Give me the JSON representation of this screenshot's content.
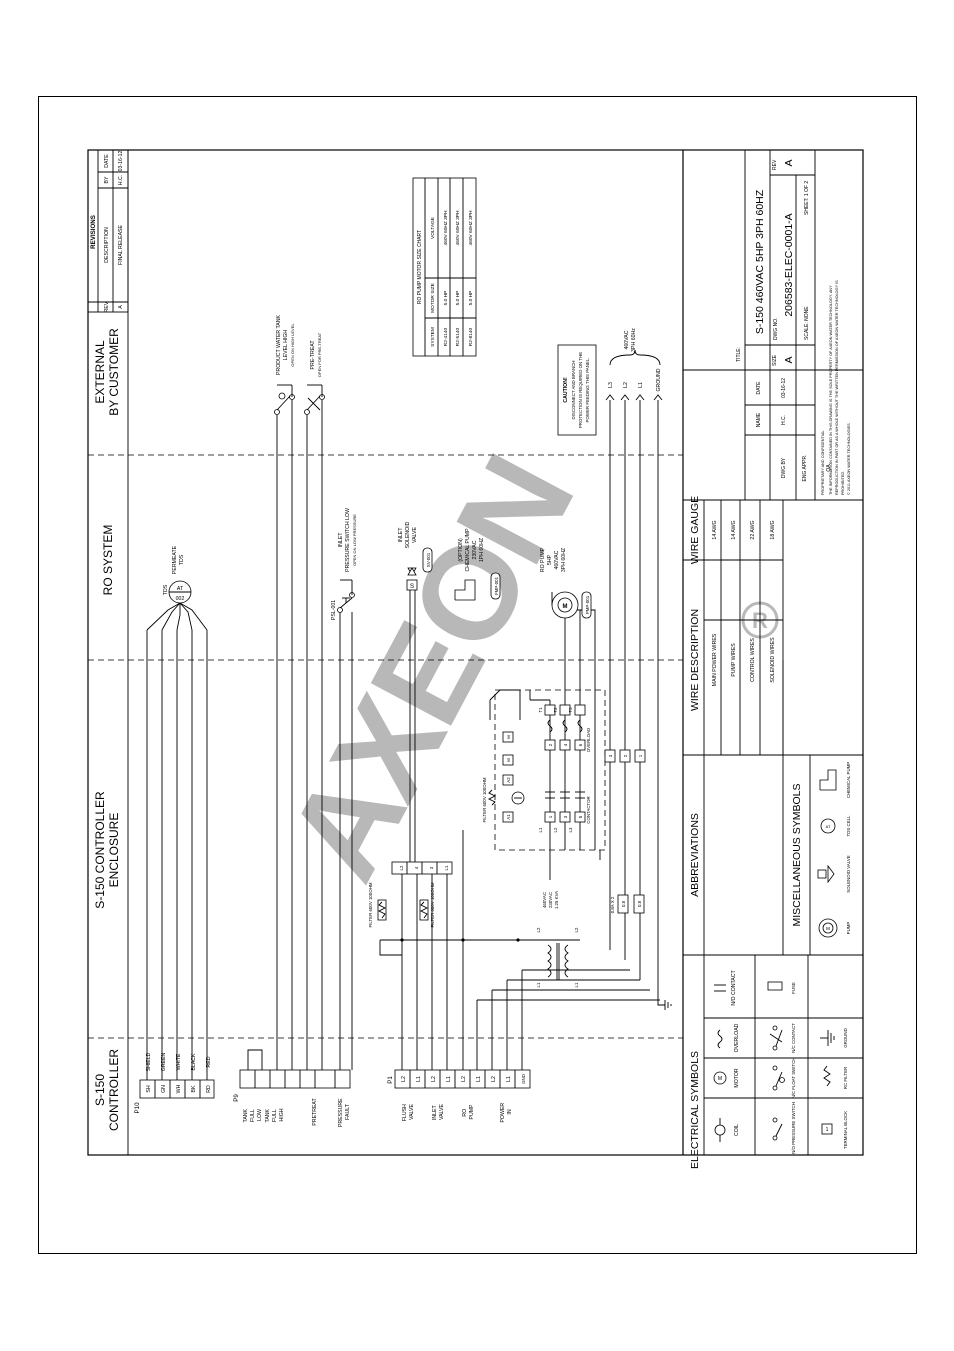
{
  "sections": {
    "controller": [
      "S-150",
      "CONTROLLER"
    ],
    "enclosure": [
      "S-150 CONTROLLER",
      "ENCLOSURE"
    ],
    "ro_system": "RO SYSTEM",
    "external": [
      "EXTERNAL",
      "BY CUSTOMER"
    ]
  },
  "revisions": {
    "title": "REVISIONS",
    "headers": [
      "REV",
      "DESCRIPTION",
      "BY",
      "DATE"
    ],
    "rows": [
      [
        "A",
        "FINAL RELEASE",
        "H.C.",
        "03-16-12"
      ]
    ]
  },
  "terminals": {
    "p10_label": "P10",
    "p10_pins": [
      "SH",
      "GN",
      "WH",
      "BK",
      "RD"
    ],
    "p10_wires": [
      "SHIELD",
      "GREEN",
      "WHITE",
      "BLACK",
      "RED"
    ],
    "p9_label": "P9",
    "p1_label": "P1",
    "p1_pins": [
      "L2",
      "L1",
      "L2",
      "L1",
      "L2",
      "L1",
      "L2",
      "L1",
      "GND"
    ],
    "inputs": [
      [
        "TANK",
        "FULL",
        "LOW"
      ],
      [
        "TANK",
        "FULL",
        "HIGH"
      ],
      [
        "PRETREAT"
      ],
      [
        "PRESSURE",
        "FAULT"
      ]
    ],
    "outputs": [
      [
        "FLUSH",
        "VALVE"
      ],
      [
        "INLET",
        "VALVE"
      ],
      [
        "RO",
        "PUMP"
      ],
      [
        "POWER",
        "IN"
      ]
    ]
  },
  "ro_components": {
    "tds": [
      "TDS",
      "AT",
      "002"
    ],
    "permeate": [
      "PERMEATE",
      "TDS"
    ],
    "psl": [
      "INLET",
      "PRESSURE SWITCH LOW",
      "OPEN ON LOW PRESSURE"
    ],
    "psl_tag": "PSL-001",
    "solenoid": [
      "INLET",
      "SOLENOID",
      "VALVE"
    ],
    "solenoid_tag": "SV-001",
    "chem_pump": [
      "(OPTION)",
      "CHEMICAL PUMP",
      "230VAC",
      "1PH 60HZ"
    ],
    "chem_tag": "FMP-001",
    "ro_pump": [
      "RO PUMP",
      "5HP",
      "460VAC",
      "3PH 60HZ"
    ],
    "ro_tag": "PMP-001"
  },
  "external_components": {
    "product_tank": [
      "PRODUCT WATER TANK",
      "LEVEL HIGH",
      "OPEN ON HIGH LEVEL"
    ],
    "pretreat": [
      "PRE-TREAT",
      "OPEN FOR PRE-TREAT"
    ],
    "caution": [
      "CAUTION!",
      "DISCONNECT AND BRANCH",
      "PROTECTION IS REQUIRED ON THE",
      "POWER FEEDING THIS PANEL."
    ],
    "lines": [
      "L3",
      "L2",
      "L1",
      "GROUND"
    ],
    "supply": [
      "460VAC",
      "3PH 60Hz"
    ]
  },
  "enclosure_labels": {
    "filter1": "FILTER 600V 100OHM",
    "filter2": "FILTER 600V 100OHM",
    "filter3": "FILTER 600V 100OHM",
    "transformer": [
      "460VAC",
      "230VAC",
      "1.25 KVA"
    ],
    "fuse_label": "0.8A X 2",
    "fuse": "0.8",
    "contactor": "CONTACTOR",
    "overload": "OVERLOAD",
    "block1": [
      "L2",
      "4",
      "3",
      "L1"
    ],
    "cont_in": [
      "L1",
      "L2",
      "L3"
    ],
    "cont_out": [
      "T1",
      "T2",
      "T3"
    ],
    "cont_mid": [
      "2",
      "4",
      "6"
    ],
    "cont_top": [
      "1",
      "3",
      "5"
    ],
    "ol_pins": [
      "95",
      "96"
    ],
    "ac_pins": [
      "A1",
      "A2"
    ],
    "power_term": [
      "3",
      "2",
      "1"
    ],
    "trans_pins": [
      "L1",
      "L2",
      "L1",
      "L2"
    ]
  },
  "motor_chart": {
    "title": "RO PUMP MOTOR SIZE CHART",
    "headers": [
      "SYSTEM",
      "MOTOR SIZE",
      "VOLTAGE"
    ],
    "rows": [
      [
        "R2-4140",
        "5.0 HP",
        "460V 60HZ 3PH"
      ],
      [
        "R2-5140",
        "5.0 HP",
        "460V 60HZ 3PH"
      ],
      [
        "R2-8140",
        "5.0 HP",
        "460V 60HZ 3PH"
      ]
    ]
  },
  "legend": {
    "electrical_title": "ELECTRICAL SYMBOLS",
    "electrical": [
      "COIL",
      "MOTOR",
      "OVERLOAD",
      "N/O CONTACT",
      "N/O PRESSURE SWITCH",
      "N/C FLOAT SWITCH",
      "N/C CONTACT",
      "FUSE",
      "TERMINAL BLOCK",
      "RC FILTER",
      "GROUND"
    ],
    "abbreviations_title": "ABBREVIATIONS",
    "misc_title": "MISCELLANEOUS SYMBOLS",
    "misc": [
      "PUMP",
      "SOLENOID VALVE",
      "TDS CELL",
      "CHEMICAL PUMP"
    ],
    "wire_title": [
      "WIRE DESCRIPTION",
      "WIRE GAUGE"
    ],
    "wires": [
      [
        "MAIN POWER WIRES",
        "14 AWG"
      ],
      [
        "PUMP WIRES",
        "14 AWG"
      ],
      [
        "CONTROL WIRES",
        "22 AWG"
      ],
      [
        "SOLENOID WIRES",
        "18 AWG"
      ]
    ]
  },
  "title_block": {
    "title_label": "TITLE:",
    "title": "S-150 460VAC 5HP 3PH 60HZ",
    "dwg_label": "DWG NO.",
    "dwg_no": "206583-ELEC-0001-A",
    "size_label": "SIZE",
    "size": "A",
    "rev_label": "REV",
    "rev": "A",
    "scale": "SCALE: NONE",
    "sheet": "SHEET: 1 OF 2",
    "name_label": "NAME",
    "date_label": "DATE",
    "rows": [
      [
        "DWG BY",
        "H.C.",
        "03-16-12"
      ],
      [
        "ENG APPR.",
        "",
        ""
      ],
      [
        "QA",
        "",
        ""
      ]
    ],
    "confidential": [
      "PROPRIETARY AND CONFIDENTIAL",
      "THE INFORMATION CONTAINED IN THIS DRAWING IS THE SOLE PROPERTY OF AXEON WATER TECHNOLOGY.  ANY",
      "REPRODUCTION IN PART OR AS A WHOLE WITHOUT THE WRITTEN PERMISSION OF AXEON WATER TECHNOLOGY IS",
      "PROHIBITED.",
      "© 2011 AXEON WATER TECHNOLOGIES"
    ]
  },
  "watermark": "AXEON",
  "watermark_color": "#b4b4b4"
}
